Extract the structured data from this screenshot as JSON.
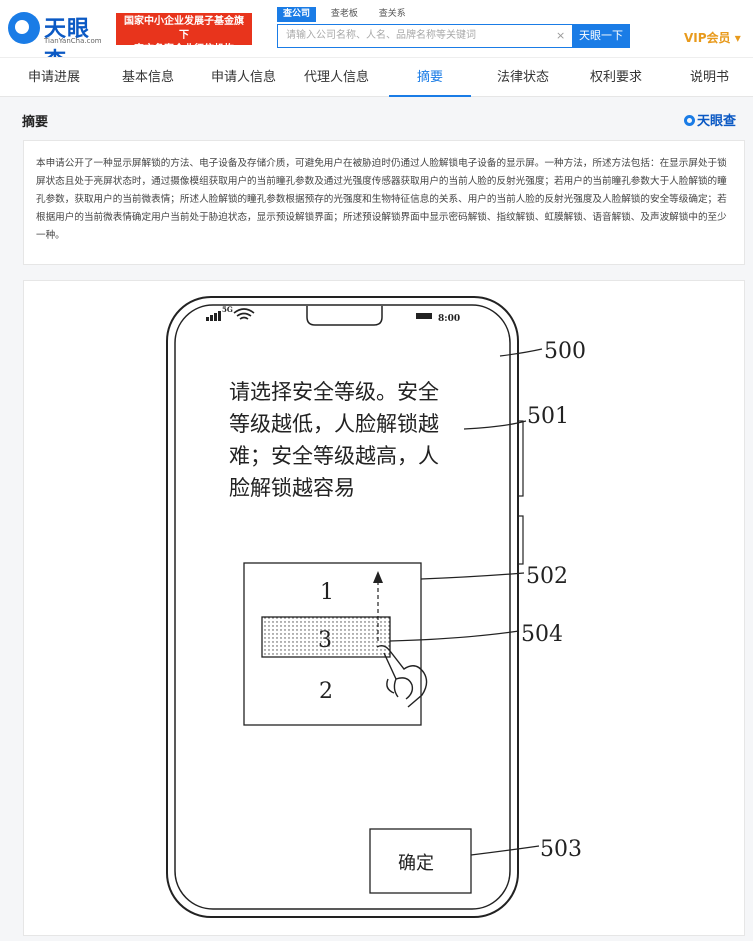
{
  "header": {
    "logo_text": "天眼查",
    "logo_sub": "TianYanCha.com",
    "badge_line1": "国家中小企业发展子基金旗下",
    "badge_line2": "官方备案企业征信机构",
    "search_tabs": [
      "查公司",
      "查老板",
      "查关系"
    ],
    "search_placeholder": "请输入公司名称、人名、品牌名称等关键词",
    "search_clear": "×",
    "search_button": "天眼一下",
    "vip_label": "VIP会员 ▾"
  },
  "nav": {
    "items": [
      "申请进展",
      "基本信息",
      "申请人信息",
      "代理人信息",
      "摘要",
      "法律状态",
      "权利要求",
      "说明书"
    ],
    "active_index": 4
  },
  "section": {
    "title": "摘要",
    "brand": "天眼查"
  },
  "abstract": "本申请公开了一种显示屏解锁的方法、电子设备及存储介质，可避免用户在被胁迫时仍通过人脸解锁电子设备的显示屏。一种方法，所述方法包括：在显示屏处于锁屏状态且处于亮屏状态时，通过摄像模组获取用户的当前瞳孔参数及通过光强度传感器获取用户的当前人脸的反射光强度；若用户的当前瞳孔参数大于人脸解锁的瞳孔参数，获取用户的当前微表情；所述人脸解锁的瞳孔参数根据预存的光强度和生物特征信息的关系、用户的当前人脸的反射光强度及人脸解锁的安全等级确定；若根据用户的当前微表情确定用户当前处于胁迫状态，显示预设解锁界面；所述预设解锁界面中显示密码解锁、指纹解锁、虹膜解锁、语音解锁、及声波解锁中的至少一种。",
  "figure": {
    "status_5g": "5G",
    "status_time": "8:00",
    "prompt_lines": [
      "请选择安全等级。安全",
      "等级越低，人脸解锁越",
      "难；安全等级越高，人",
      "脸解锁越容易"
    ],
    "picker_values": [
      "1",
      "3",
      "2"
    ],
    "confirm_label": "确定",
    "refs": [
      "500",
      "501",
      "502",
      "504",
      "503"
    ]
  }
}
